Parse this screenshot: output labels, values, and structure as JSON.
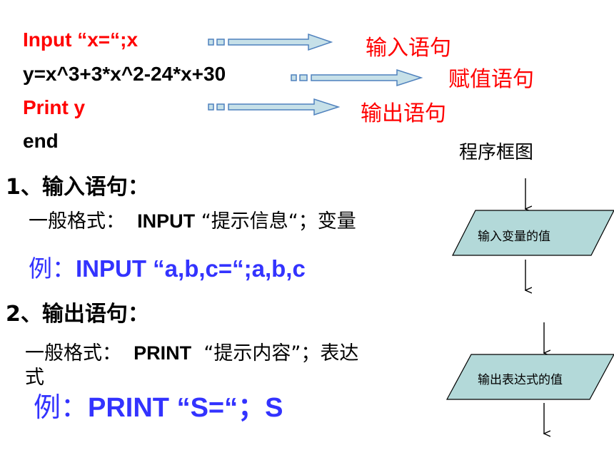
{
  "code_lines": {
    "input": "Input “x=“;x",
    "assign": "y=x^3+3*x^2-24*x+30",
    "print": "Print    y",
    "end": "end"
  },
  "statement_labels": {
    "input": "输入语句",
    "assign": "赋值语句",
    "print": "输出语句"
  },
  "section1": {
    "heading": "1、输入语句：",
    "format_prefix": "一般格式：",
    "format_code": "INPUT",
    "format_suffix": "“提示信息“；变量",
    "example_prefix": "例：",
    "example_code": "INPUT  “a,b,c=“;a,b,c"
  },
  "section2": {
    "heading": "2、输出语句：",
    "format_prefix": "一般格式：",
    "format_code": "PRINT",
    "format_suffix": "“提示内容”；表达",
    "format_wrap": "式",
    "example_prefix": "例：",
    "example_code": "PRINT “S=“；S"
  },
  "flowchart": {
    "title": "程序框图",
    "input_box": "输入变量的值",
    "output_box": "输出表达式的值",
    "box_fill": "#b3d9d9"
  },
  "colors": {
    "code_red": "#ff0000",
    "example_blue": "#3333ff",
    "arrow_fill": "#c6e0e8",
    "arrow_stroke": "#4f81bd"
  }
}
